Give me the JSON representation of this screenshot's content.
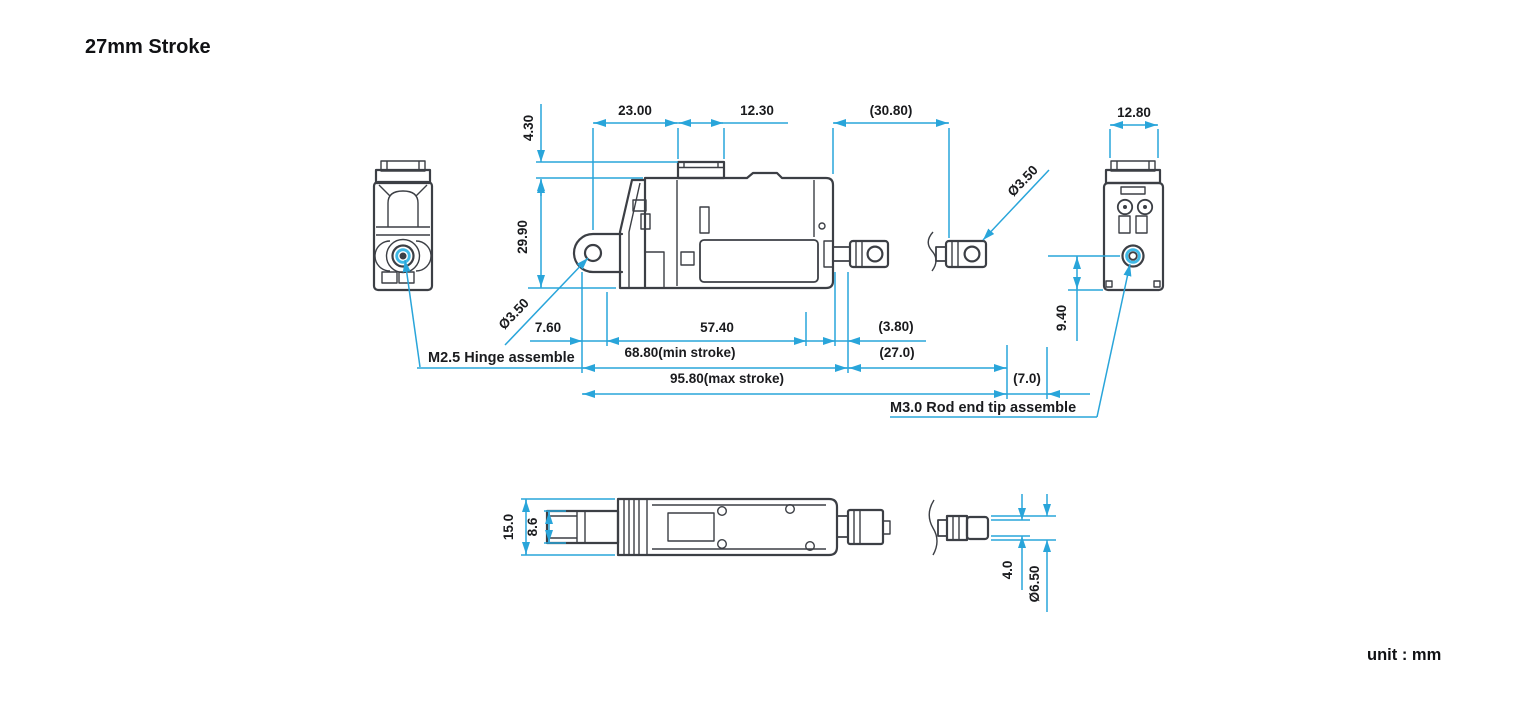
{
  "title": "27mm Stroke",
  "unit_label": "unit : mm",
  "colors": {
    "dimension_line": "#29a5da",
    "hole_highlight": "#3fb9e6",
    "part_outline": "#3c3f45",
    "text": "#1a1b1e"
  },
  "labels": {
    "hinge_assembly": "M2.5 Hinge assemble",
    "rod_end_assembly": "M3.0 Rod end tip assemble"
  },
  "dimensions": {
    "connector_height_offset": "4.30",
    "hinge_to_connector": "23.00",
    "connector_width": "12.30",
    "rod_extension": "(30.80)",
    "end_view_width": "12.80",
    "body_height": "29.90",
    "hinge_hole_diameter": "Ø3.50",
    "tip_hole_diameter": "Ø3.50",
    "bracket_depth": "7.60",
    "housing_length": "57.40",
    "rod_exposed": "(3.80)",
    "min_stroke": "68.80(min stroke)",
    "stroke_travel": "(27.0)",
    "max_stroke": "95.80(max stroke)",
    "tip_length": "(7.0)",
    "hole_to_base": "9.40",
    "body_width": "15.0",
    "bracket_width": "8.6",
    "tip_shaft_width": "4.0",
    "tip_outer_diameter": "Ø6.50"
  }
}
